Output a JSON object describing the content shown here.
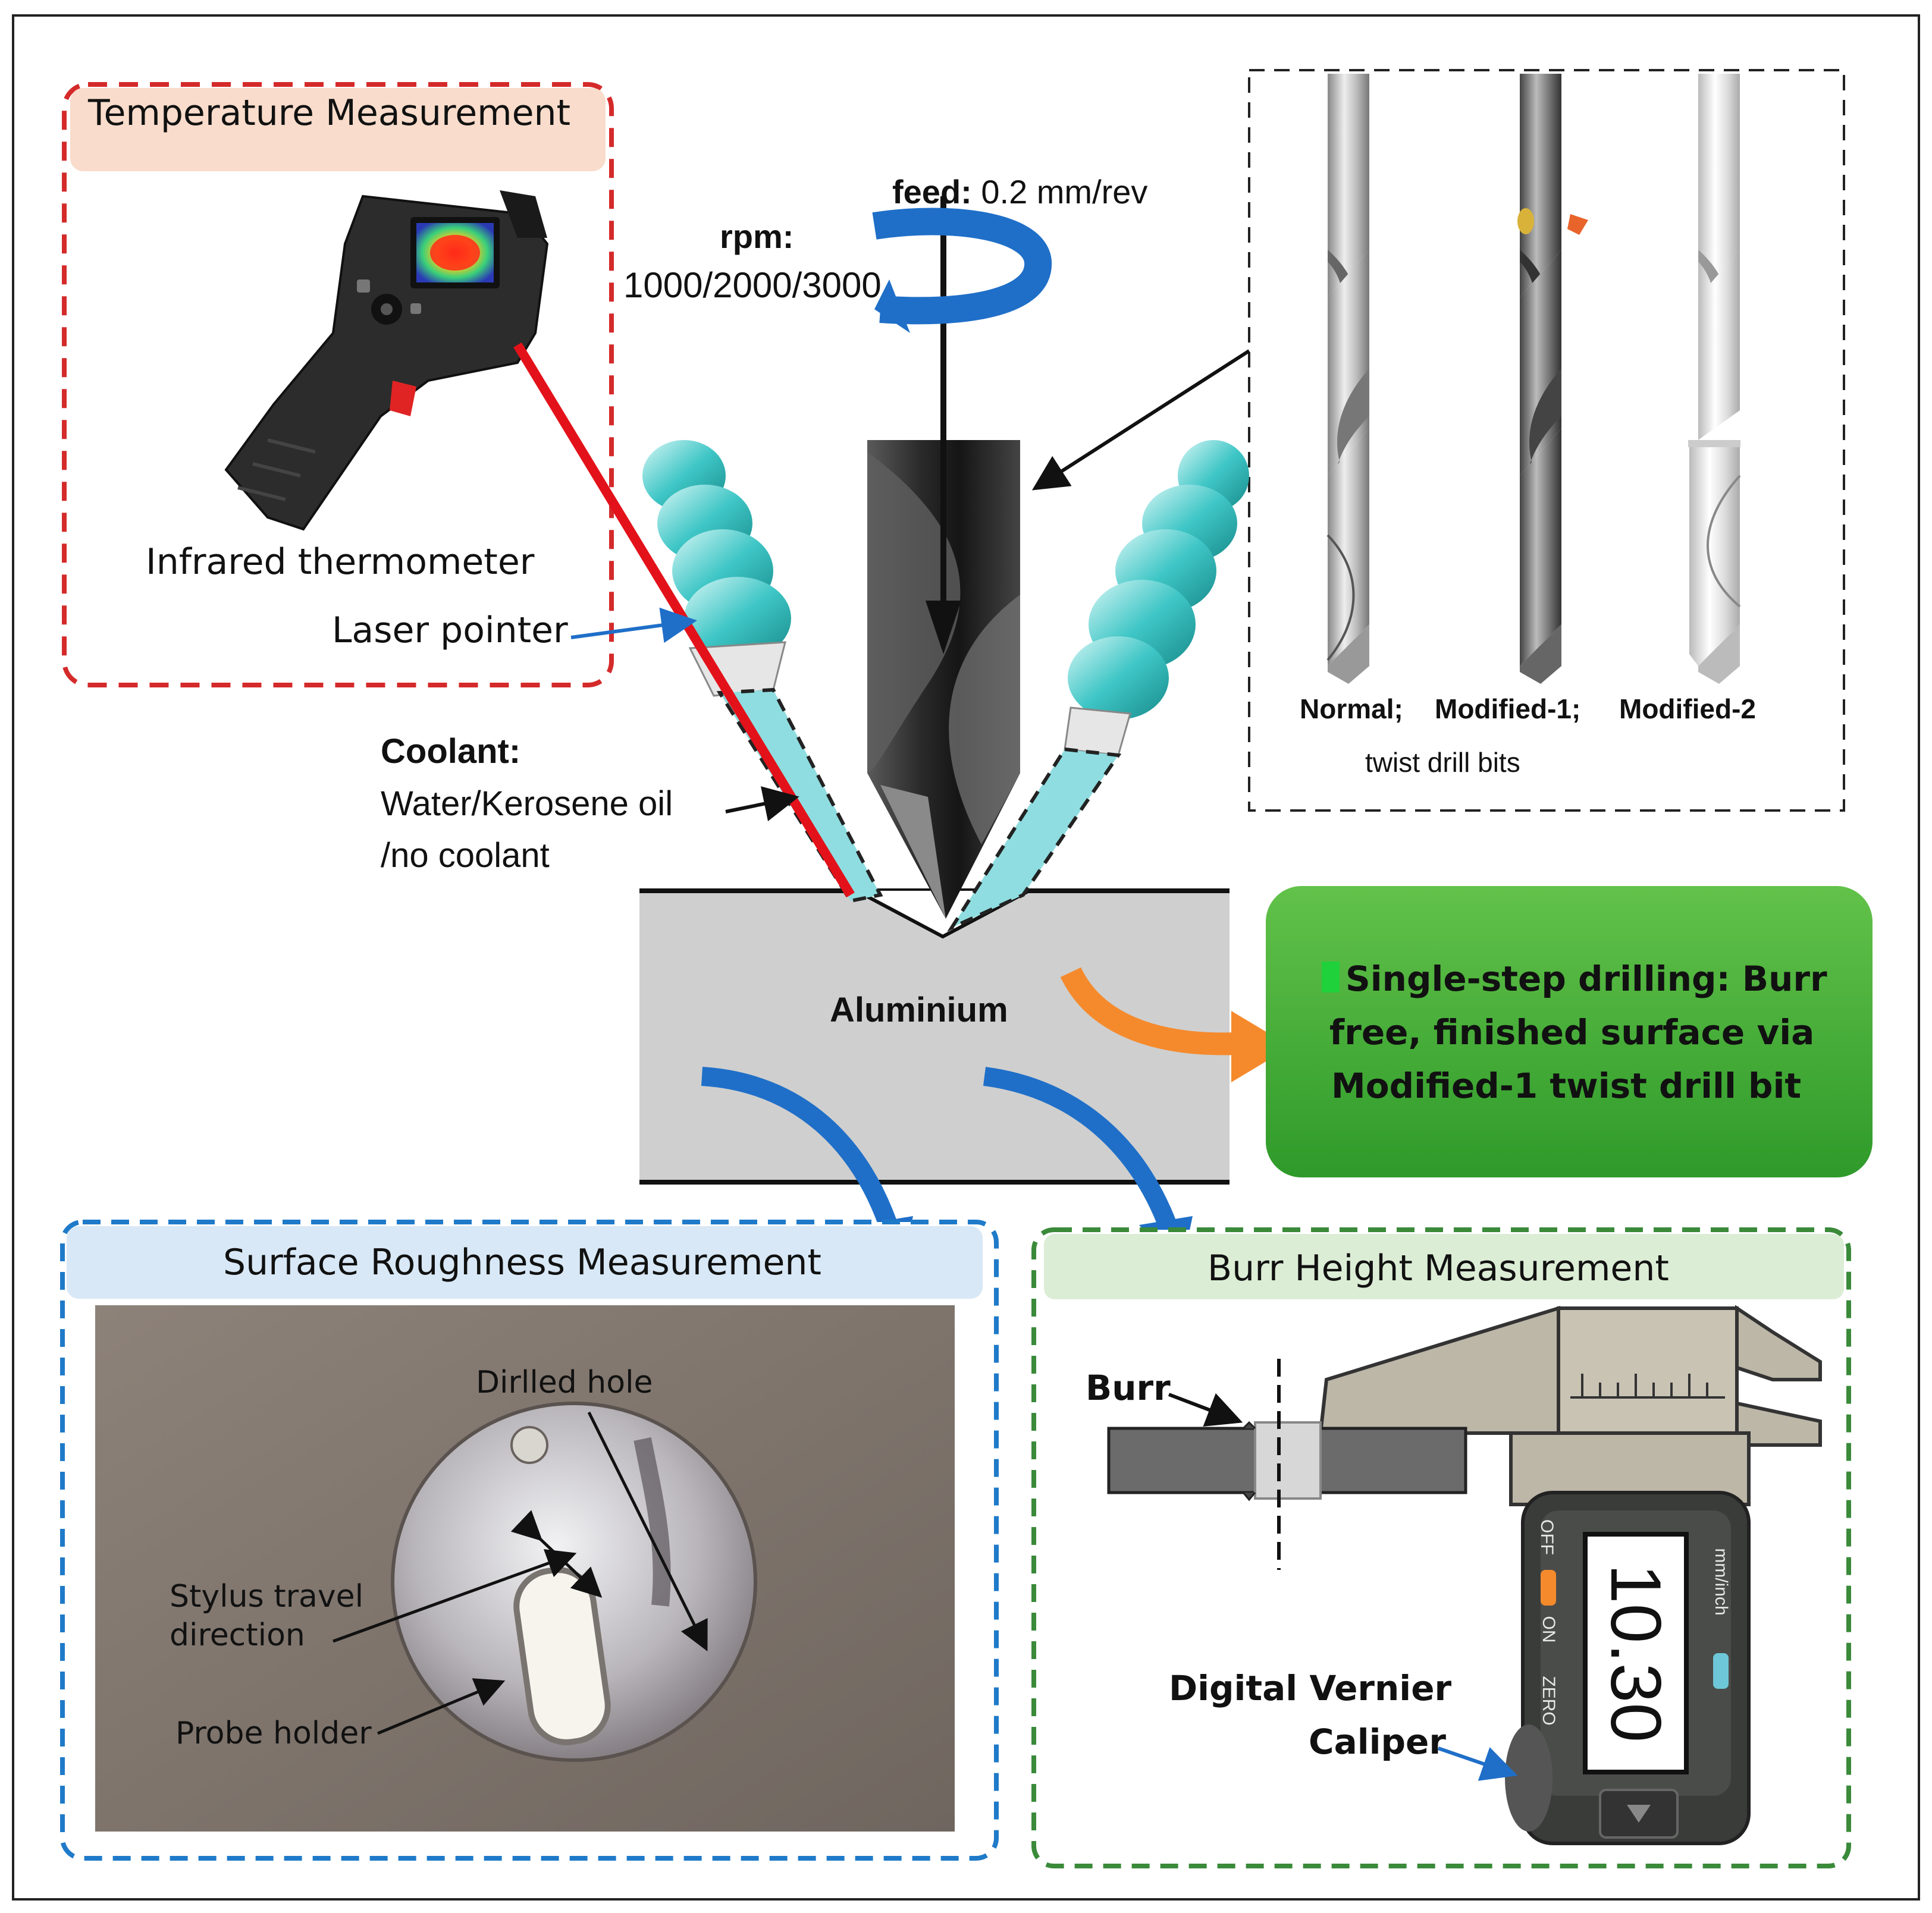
{
  "temperature_panel": {
    "title": "Temperature Measurement",
    "device_label": "Infrared thermometer",
    "laser_label": "Laser pointer"
  },
  "drilling": {
    "feed_label": "feed:",
    "feed_value": "0.2 mm/rev",
    "rpm_label": "rpm:",
    "rpm_values": "1000/2000/3000",
    "coolant_label": "Coolant:",
    "coolant_line1": "Water/Kerosene oil",
    "coolant_line2": "/no coolant",
    "workpiece_label": "Aluminium"
  },
  "drill_bits_panel": {
    "bits": [
      "Normal;",
      "Modified-1;",
      "Modified-2"
    ],
    "caption": "twist drill bits"
  },
  "result_box": {
    "line1": "Single-step drilling: Burr",
    "line2": "free, finished surface via",
    "line3": "Modified-1 twist drill bit",
    "color": "#3fae33"
  },
  "roughness_panel": {
    "title": "Surface Roughness Measurement",
    "hole_label": "Dirlled hole",
    "stylus_line1": "Stylus travel",
    "stylus_line2": "direction",
    "probe_label": "Probe holder"
  },
  "burr_panel": {
    "title": "Burr Height Measurement",
    "burr_label": "Burr",
    "caliper_line1": "Digital Vernier",
    "caliper_line2": "Caliper",
    "display_value": "10.30",
    "unit_button": "mm/inch",
    "off_label": "OFF",
    "on_label": "ON",
    "zero_label": "ZERO"
  },
  "colors": {
    "temperature": "#d42a2a",
    "roughness": "#1f7ac9",
    "burr": "#3a8a3a",
    "laser": "#e3121a",
    "coolant": "#3fc6c6",
    "arrow_blue": "#1f6fc8",
    "arrow_orange": "#f58a2c"
  }
}
